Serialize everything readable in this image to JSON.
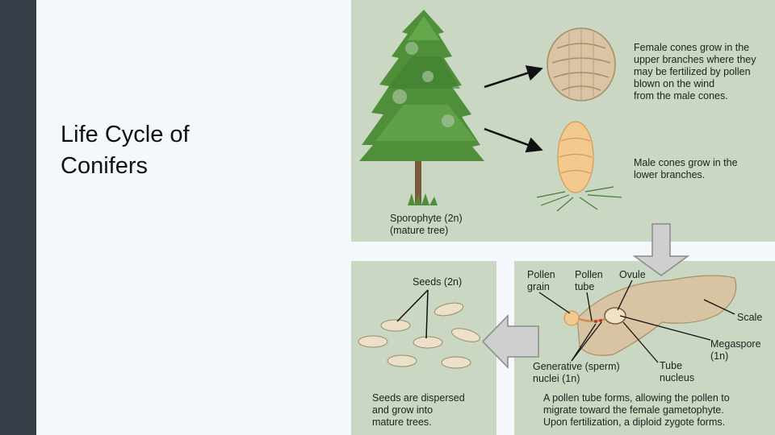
{
  "slide": {
    "title": "Life Cycle of\nConifers"
  },
  "figure": {
    "female_cone_text": "Female cones grow in the\nupper branches where they\nmay be fertilized by pollen\nblown on the wind\nfrom the male cones.",
    "male_cone_text": "Male cones grow in the\nlower branches.",
    "sporophyte_label": "Sporophyte (2n)",
    "sporophyte_sub": "(mature tree)",
    "seeds_label": "Seeds (2n)",
    "seeds_caption": "Seeds are dispersed\nand grow into\nmature trees.",
    "pollen_grain_label": "Pollen\ngrain",
    "pollen_tube_label": "Pollen\ntube",
    "ovule_label": "Ovule",
    "scale_label": "Scale",
    "megaspore_label": "Megaspore\n(1n)",
    "generative_label": "Generative (sperm)\nnuclei (1n)",
    "tube_nucleus_label": "Tube\nnucleus",
    "fertilization_caption": "A pollen tube forms, allowing the pollen to\nmigrate toward the female gametophyte.\nUpon fertilization, a diploid zygote forms."
  },
  "colors": {
    "sidebar": "#353e46",
    "panel": "#c9d7c3",
    "background": "#f4f8fc"
  }
}
